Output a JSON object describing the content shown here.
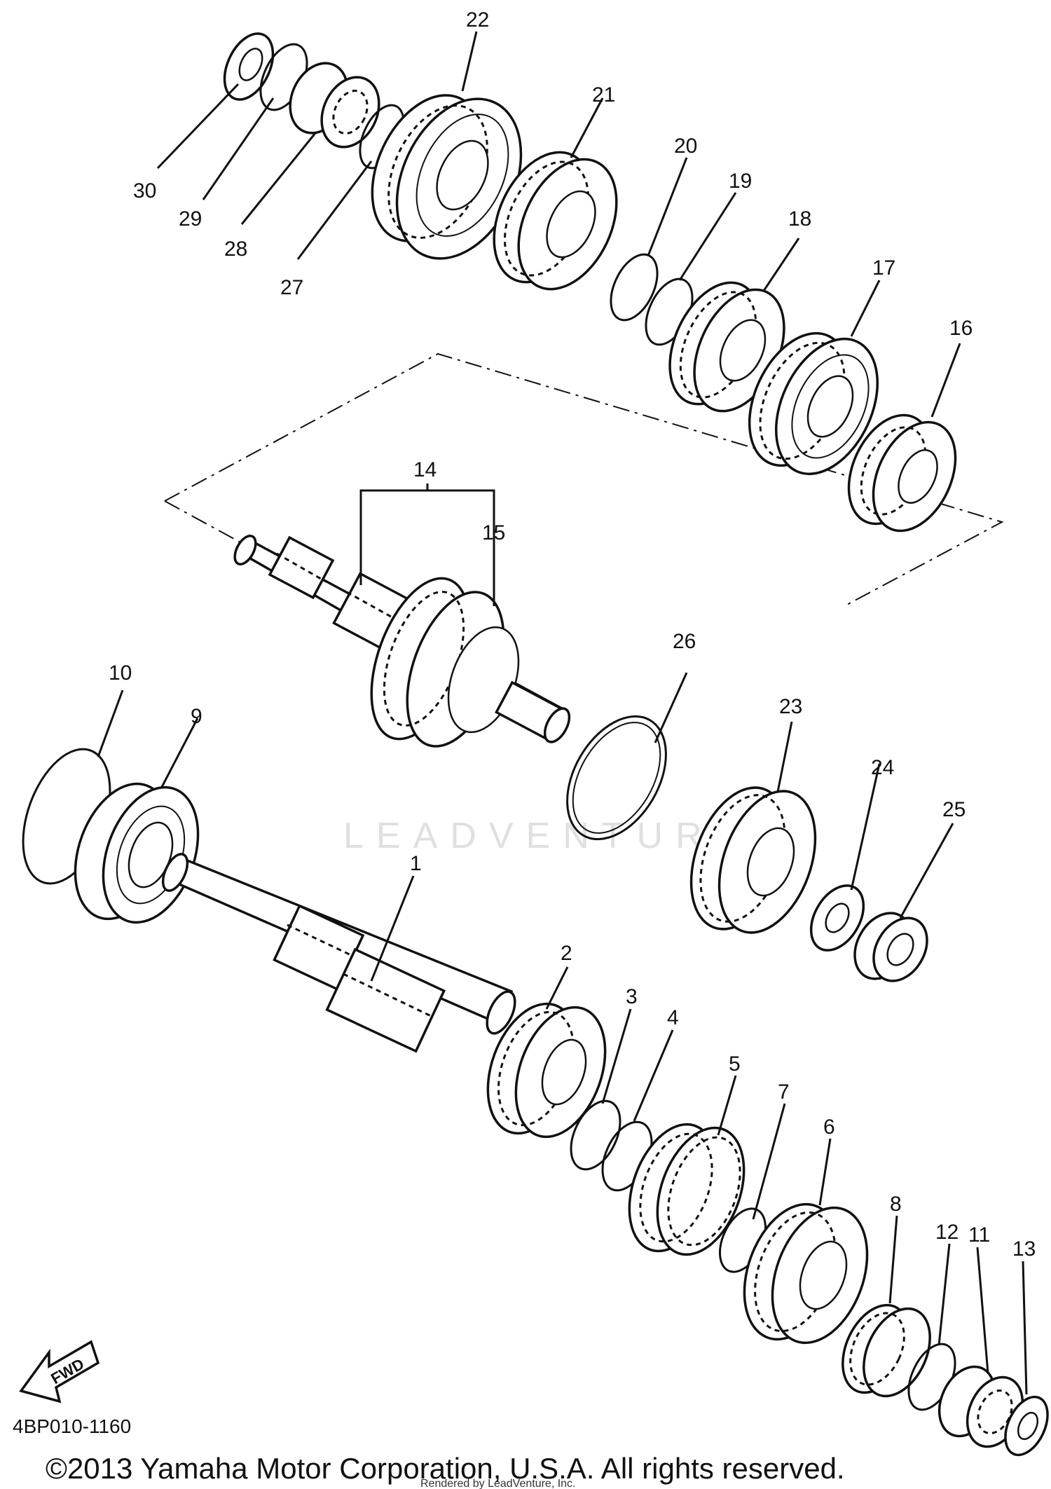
{
  "diagram": {
    "callouts": {
      "c1": "1",
      "c2": "2",
      "c3": "3",
      "c4": "4",
      "c5": "5",
      "c6": "6",
      "c7": "7",
      "c8": "8",
      "c9": "9",
      "c10": "10",
      "c11": "11",
      "c12": "12",
      "c13": "13",
      "c14": "14",
      "c15": "15",
      "c16": "16",
      "c17": "17",
      "c18": "18",
      "c19": "19",
      "c20": "20",
      "c21": "21",
      "c22": "22",
      "c23": "23",
      "c24": "24",
      "c25": "25",
      "c26": "26",
      "c27": "27",
      "c28": "28",
      "c29": "29",
      "c30": "30"
    },
    "fwd_label": "FWD",
    "diagram_code": "4BP010-1160",
    "watermark": "LEADVENTURE",
    "copyright": "©2013 Yamaha Motor Corporation, U.S.A. All rights reserved.",
    "rendered_by": "Rendered by LeadVenture, Inc."
  }
}
